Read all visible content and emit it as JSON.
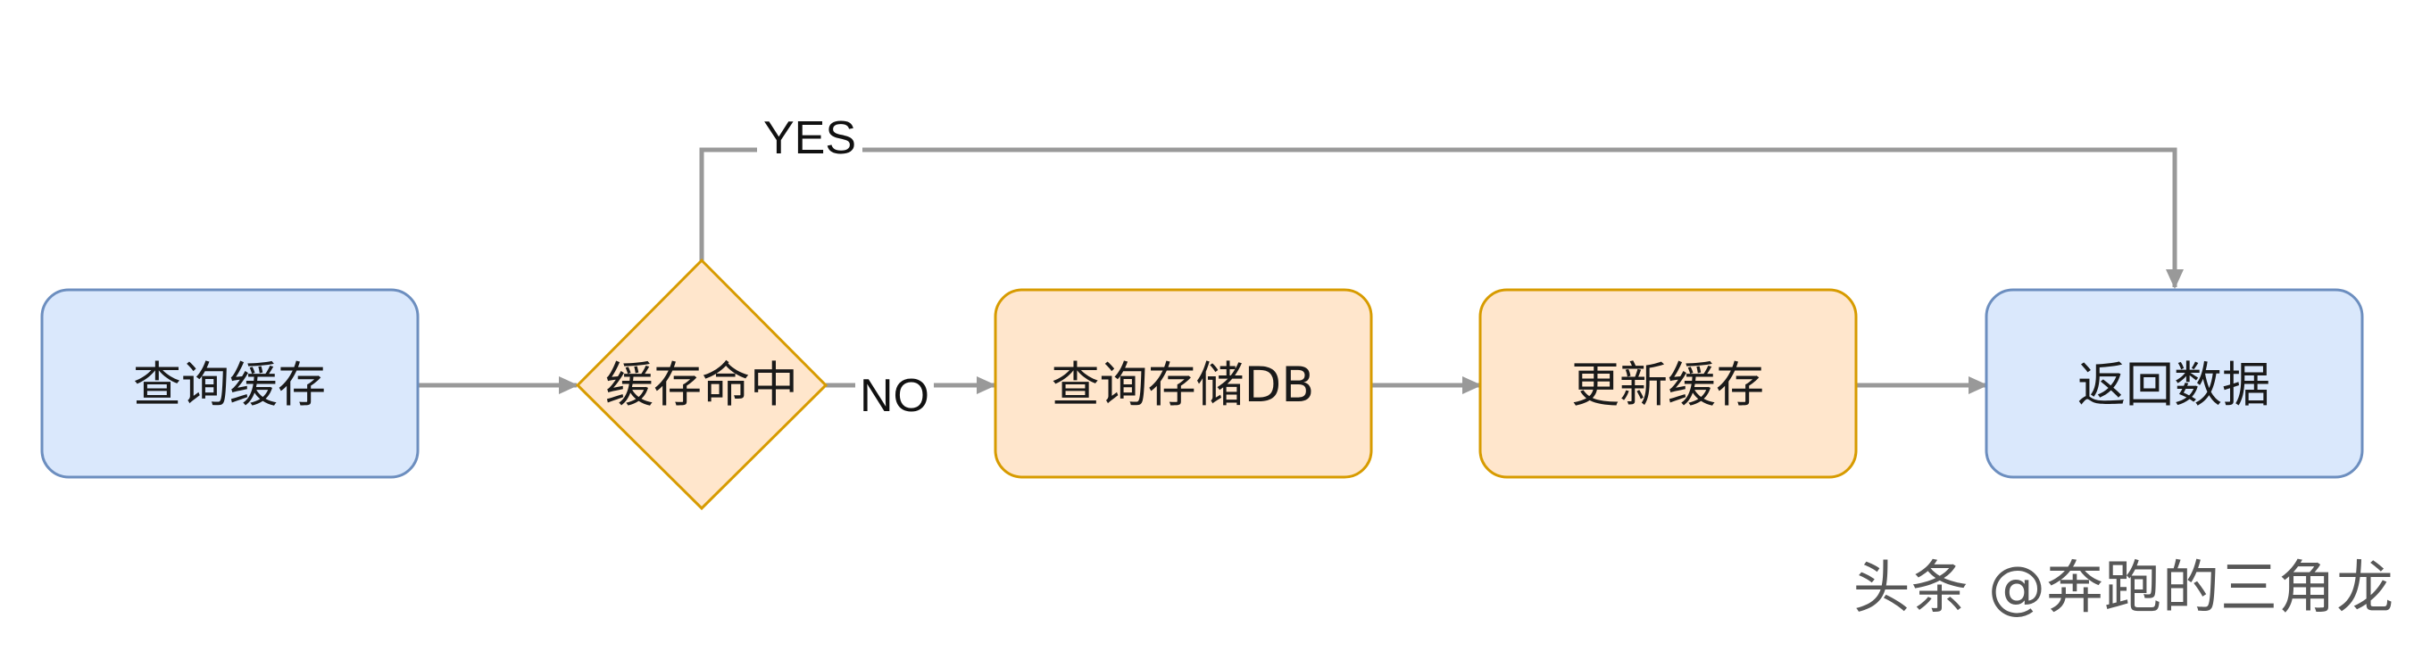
{
  "nodes": {
    "query_cache": "查询缓存",
    "cache_hit": "缓存命中",
    "query_db": "查询存储DB",
    "update_cache": "更新缓存",
    "return_data": "返回数据"
  },
  "edges": {
    "yes_label": "YES",
    "no_label": "NO"
  },
  "watermark": "头条 @奔跑的三角龙",
  "colors": {
    "blue_fill": "#dae8fc",
    "blue_stroke": "#6c8ebf",
    "orange_fill": "#ffe6cc",
    "orange_stroke": "#d79b00",
    "arrow": "#999999"
  }
}
